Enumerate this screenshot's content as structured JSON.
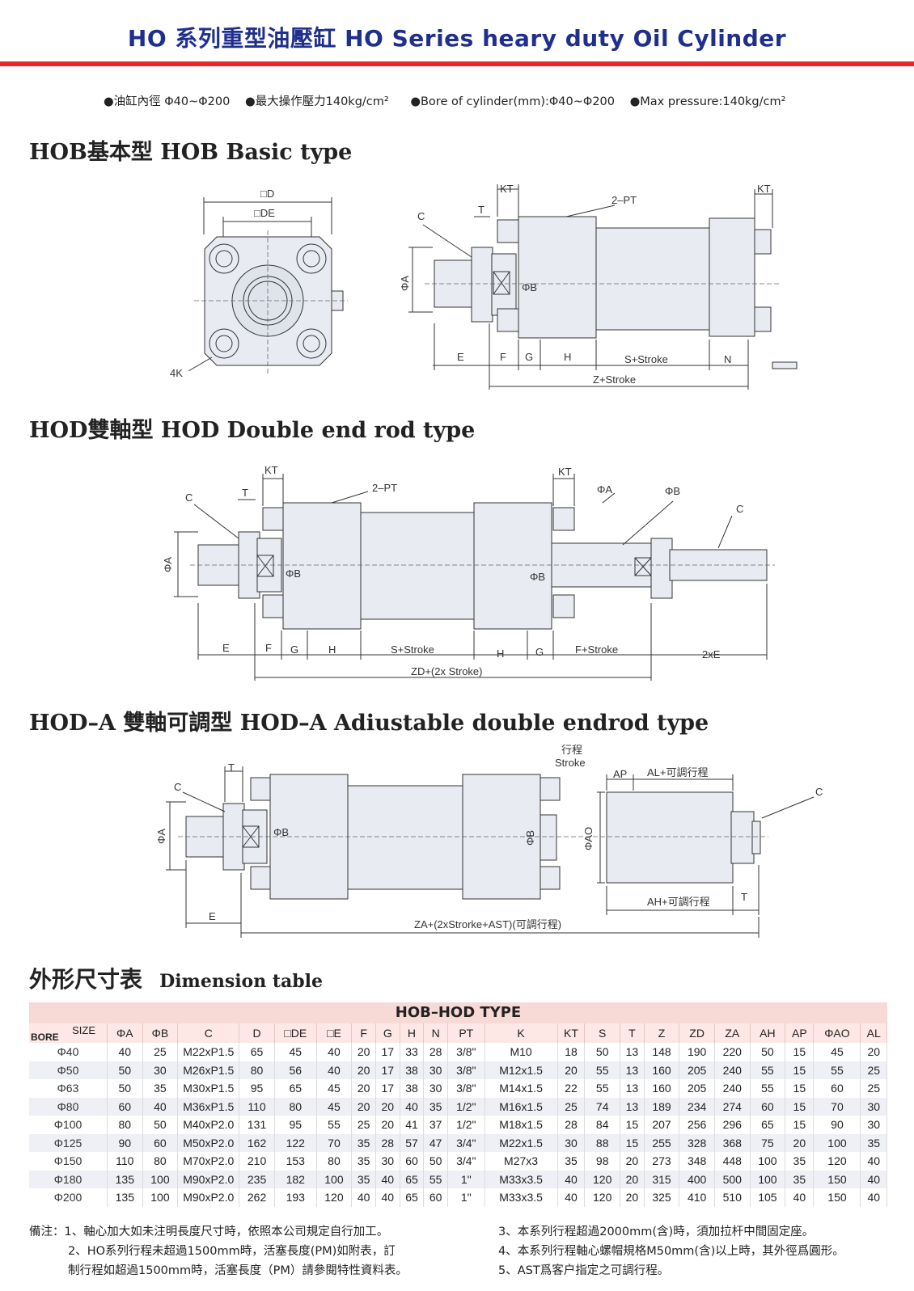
{
  "header": {
    "title": "HO 系列重型油壓缸 HO Series heary duty Oil Cylinder",
    "accent_color": "#e8262c",
    "title_color": "#1e2f8e"
  },
  "specs": [
    "●油缸內徑 Φ40~Φ200",
    "●最大操作壓力140kg/cm²",
    "●Bore of cylinder(mm):Φ40~Φ200",
    "●Max pressure:140kg/cm²"
  ],
  "sections": {
    "hob": "HOB基本型 HOB Basic type",
    "hod": "HOD雙軸型 HOD Double end rod type",
    "hoda": "HOD–A 雙軸可調型  HOD–A Adiustable double endrod type"
  },
  "hob_labels": {
    "d": "□D",
    "de": "□DE",
    "k4": "4K",
    "c": "C",
    "t": "T",
    "kt": "KT",
    "pt": "2–PT",
    "kt2": "KT",
    "phia": "ΦA",
    "phib": "ΦB",
    "e": "E",
    "f": "F",
    "g": "G",
    "h": "H",
    "s_stroke": "S+Stroke",
    "n": "N",
    "z_stroke": "Z+Stroke"
  },
  "hod_labels": {
    "c": "C",
    "t": "T",
    "kt": "KT",
    "pt": "2–PT",
    "kt2": "KT",
    "phia_top": "ΦA",
    "phib_top": "ΦB",
    "c2": "C",
    "phia": "ΦA",
    "phib": "ΦB",
    "phib2": "ΦB",
    "e": "E",
    "f": "F",
    "g": "G",
    "h": "H",
    "s_stroke": "S+Stroke",
    "h2": "H",
    "g2": "G",
    "f_stroke": "F+Stroke",
    "e2": "2xE",
    "zd": "ZD+(2x Stroke)"
  },
  "hoda_labels": {
    "t": "T",
    "c": "C",
    "phia": "ΦA",
    "phib": "ΦB",
    "phib2": "ΦB",
    "phiao": "ΦAO",
    "stroke_cn": "行程",
    "stroke_en": "Stroke",
    "ap": "AP",
    "al": "AL+可調行程",
    "c2": "C",
    "ah": "AH+可調行程",
    "t2": "T",
    "e": "E",
    "za": "ZA+(2xStrorke+AST)(可調行程)"
  },
  "dimension": {
    "heading_cn": "外形尺寸表",
    "heading_en": "Dimension table",
    "type_band": "HOB–HOD TYPE",
    "size_label": "SIZE",
    "bore_label": "BORE",
    "columns": [
      "ΦA",
      "ΦB",
      "C",
      "D",
      "□DE",
      "□E",
      "F",
      "G",
      "H",
      "N",
      "PT",
      "K",
      "KT",
      "S",
      "T",
      "Z",
      "ZD",
      "ZA",
      "AH",
      "AP",
      "ΦAO",
      "AL"
    ],
    "rows": [
      [
        "Φ40",
        "40",
        "25",
        "M22xP1.5",
        "65",
        "45",
        "40",
        "20",
        "17",
        "33",
        "28",
        "3/8\"",
        "M10",
        "18",
        "50",
        "13",
        "148",
        "190",
        "220",
        "50",
        "15",
        "45",
        "20"
      ],
      [
        "Φ50",
        "50",
        "30",
        "M26xP1.5",
        "80",
        "56",
        "40",
        "20",
        "17",
        "38",
        "30",
        "3/8\"",
        "M12x1.5",
        "20",
        "55",
        "13",
        "160",
        "205",
        "240",
        "55",
        "15",
        "55",
        "25"
      ],
      [
        "Φ63",
        "50",
        "35",
        "M30xP1.5",
        "95",
        "65",
        "45",
        "20",
        "17",
        "38",
        "30",
        "3/8\"",
        "M14x1.5",
        "22",
        "55",
        "13",
        "160",
        "205",
        "240",
        "55",
        "15",
        "60",
        "25"
      ],
      [
        "Φ80",
        "60",
        "40",
        "M36xP1.5",
        "110",
        "80",
        "45",
        "20",
        "20",
        "40",
        "35",
        "1/2\"",
        "M16x1.5",
        "25",
        "74",
        "13",
        "189",
        "234",
        "274",
        "60",
        "15",
        "70",
        "30"
      ],
      [
        "Φ100",
        "80",
        "50",
        "M40xP2.0",
        "131",
        "95",
        "55",
        "25",
        "20",
        "41",
        "37",
        "1/2\"",
        "M18x1.5",
        "28",
        "84",
        "15",
        "207",
        "256",
        "296",
        "65",
        "15",
        "90",
        "30"
      ],
      [
        "Φ125",
        "90",
        "60",
        "M50xP2.0",
        "162",
        "122",
        "70",
        "35",
        "28",
        "57",
        "47",
        "3/4\"",
        "M22x1.5",
        "30",
        "88",
        "15",
        "255",
        "328",
        "368",
        "75",
        "20",
        "100",
        "35"
      ],
      [
        "Φ150",
        "110",
        "80",
        "M70xP2.0",
        "210",
        "153",
        "80",
        "35",
        "30",
        "60",
        "50",
        "3/4\"",
        "M27x3",
        "35",
        "98",
        "20",
        "273",
        "348",
        "448",
        "100",
        "35",
        "120",
        "40"
      ],
      [
        "Φ180",
        "135",
        "100",
        "M90xP2.0",
        "235",
        "182",
        "100",
        "35",
        "40",
        "65",
        "55",
        "1\"",
        "M33x3.5",
        "40",
        "120",
        "20",
        "315",
        "400",
        "500",
        "100",
        "35",
        "150",
        "40"
      ],
      [
        "Φ200",
        "135",
        "100",
        "M90xP2.0",
        "262",
        "193",
        "120",
        "40",
        "40",
        "65",
        "60",
        "1\"",
        "M33x3.5",
        "40",
        "120",
        "20",
        "325",
        "410",
        "510",
        "105",
        "40",
        "150",
        "40"
      ]
    ]
  },
  "notes": {
    "left": [
      "備注：1、軸心加大如未注明長度尺寸時，依照本公司規定自行加工。",
      "2、HO系列行程未超過1500mm時，活塞長度(PM)如附表，訂",
      "制行程如超過1500mm時，活塞長度（PM）請參閱特性資料表。"
    ],
    "right": [
      "3、本系列行程超過2000mm(含)時，須加拉杆中間固定座。",
      "4、本系列行程軸心螺帽規格M50mm(含)以上時，其外徑爲圓形。",
      "5、AST爲客户指定之可調行程。"
    ]
  }
}
